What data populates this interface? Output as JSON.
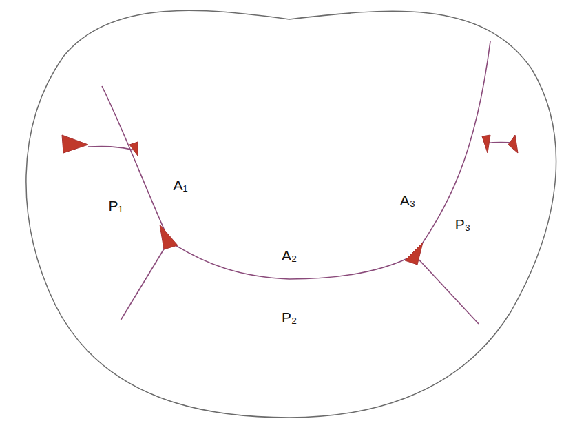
{
  "diagram": {
    "labels": [
      "A₁",
      "P₁",
      "A₂",
      "P₂",
      "A₃",
      "P₃"
    ]
  }
}
